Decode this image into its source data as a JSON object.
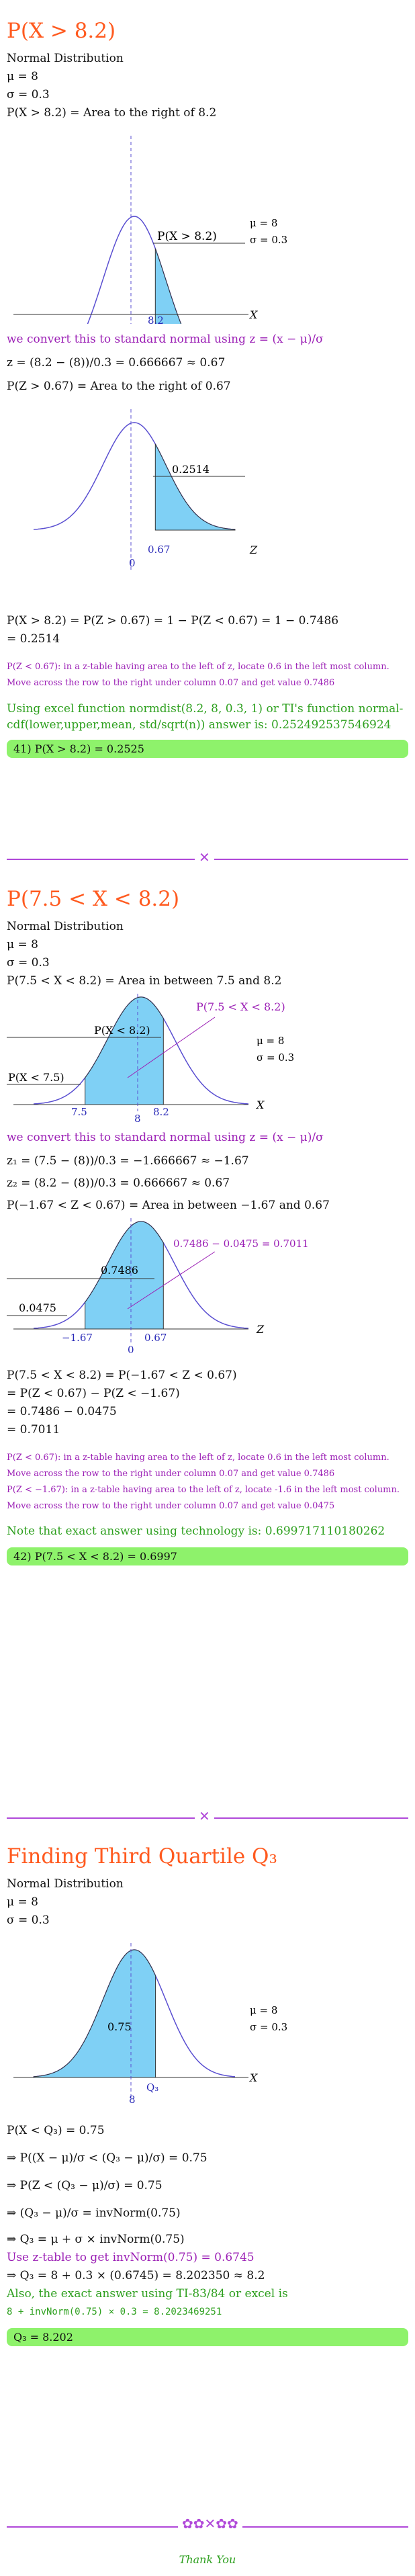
{
  "part1": {
    "title": "P(X > 8.2)",
    "dist": "Normal Distribution",
    "mu": "μ = 8",
    "sigma": "σ = 0.3",
    "statement": "P(X > 8.2) = Area to the right of 8.2",
    "graph1": {
      "label": "P(X > 8.2)",
      "mu": "μ = 8",
      "sigma": "σ = 0.3",
      "tick_mean": "8",
      "tick_x": "8.2",
      "axis": "X"
    },
    "convert": "we convert this to standard normal using z = (x − μ)/σ",
    "z_calc": "z = (8.2 − (8))/0.3 = 0.666667 ≈ 0.67",
    "statement2": "P(Z > 0.67) = Area to the right of 0.67",
    "graph2": {
      "label": "0.2514",
      "tick_mean": "0",
      "tick_x": "0.67",
      "axis": "Z"
    },
    "eq1": "P(X > 8.2) = P(Z > 0.67) = 1 − P(Z < 0.67) = 1 − 0.7486",
    "eq2": "= 0.2514",
    "note": "P(Z < 0.67): in a z-table having area to the left of z, locate 0.6 in the left most column. Move across the row to the right under column 0.07 and get value 0.7486",
    "excel": "Using excel function normdist(8.2, 8, 0.3, 1) or TI's function normal-cdf(lower,upper,mean, std/sqrt(n)) answer is: 0.252492537546924",
    "answer": "41) P(X > 8.2) = 0.2525"
  },
  "part2": {
    "title": "P(7.5 < X < 8.2)",
    "dist": "Normal Distribution",
    "mu": "μ = 8",
    "sigma": "σ = 0.3",
    "statement": "P(7.5 < X < 8.2) = Area in between 7.5 and 8.2",
    "graph1": {
      "label_between": "P(7.5 < X < 8.2)",
      "label_left_big": "P(X < 8.2)",
      "label_left_small": "P(X < 7.5)",
      "mu": "μ = 8",
      "sigma": "σ = 0.3",
      "tick_a": "7.5",
      "tick_mean": "8",
      "tick_b": "8.2",
      "axis": "X"
    },
    "convert": "we convert this to standard normal using z = (x − μ)/σ",
    "z1": "z₁ = (7.5 − (8))/0.3 = −1.666667 ≈ −1.67",
    "z2": "z₂ = (8.2 − (8))/0.3 = 0.666667 ≈ 0.67",
    "statement2": "P(−1.67 < Z < 0.67) = Area in between −1.67 and 0.67",
    "graph2": {
      "label_between": "0.7486 − 0.0475 = 0.7011",
      "label_big": "0.7486",
      "label_small": "0.0475",
      "tick_a": "−1.67",
      "tick_mean": "0",
      "tick_b": "0.67",
      "axis": "Z"
    },
    "eq1": "P(7.5 < X < 8.2) = P(−1.67 < Z < 0.67)",
    "eq2": "= P(Z < 0.67) − P(Z < −1.67)",
    "eq3": "= 0.7486 − 0.0475",
    "eq4": "= 0.7011",
    "note1": "P(Z < 0.67): in a z-table having area to the left of z, locate 0.6 in the left most column. Move across the row to the right under column 0.07 and get value 0.7486",
    "note2": "P(Z < −1.67): in a z-table having area to the left of z, locate -1.6 in the left most column. Move across the row to the right under column 0.07 and get value 0.0475",
    "tech": "Note that exact answer using technology is: 0.699717110180262",
    "answer": "42) P(7.5 < X < 8.2) = 0.6997"
  },
  "part3": {
    "title": "Finding Third Quartile Q₃",
    "dist": "Normal Distribution",
    "mu": "μ = 8",
    "sigma": "σ = 0.3",
    "graph": {
      "label": "0.75",
      "mu": "μ = 8",
      "sigma": "σ = 0.3",
      "tick_mean": "8",
      "tick_q": "Q₃",
      "axis": "X"
    },
    "s1": "P(X < Q₃) = 0.75",
    "s2": "⇒ P((X − μ)/σ < (Q₃ − μ)/σ) = 0.75",
    "s3": "⇒ P(Z < (Q₃ − μ)/σ) = 0.75",
    "s4": "⇒ (Q₃ − μ)/σ = invNorm(0.75)",
    "s5": "⇒ Q₃ = μ + σ × invNorm(0.75)",
    "s6": "Use z-table to get invNorm(0.75) = 0.6745",
    "s7": "⇒ Q₃ = 8 + 0.3 × (0.6745) = 8.202350 ≈ 8.2",
    "s8": "Also, the exact answer using TI-83/84 or excel is",
    "s9": "8 + invNorm(0.75) × 0.3 = 8.2023469251",
    "answer": "Q₃ = 8.202"
  },
  "footer": {
    "thanks": "Thank You"
  },
  "colors": {
    "accent": "#ff5a1f",
    "purple": "#9b1fb5",
    "green": "#2ea01f",
    "answer_bg": "#8ef26b",
    "shade": "#7fd0f5"
  }
}
